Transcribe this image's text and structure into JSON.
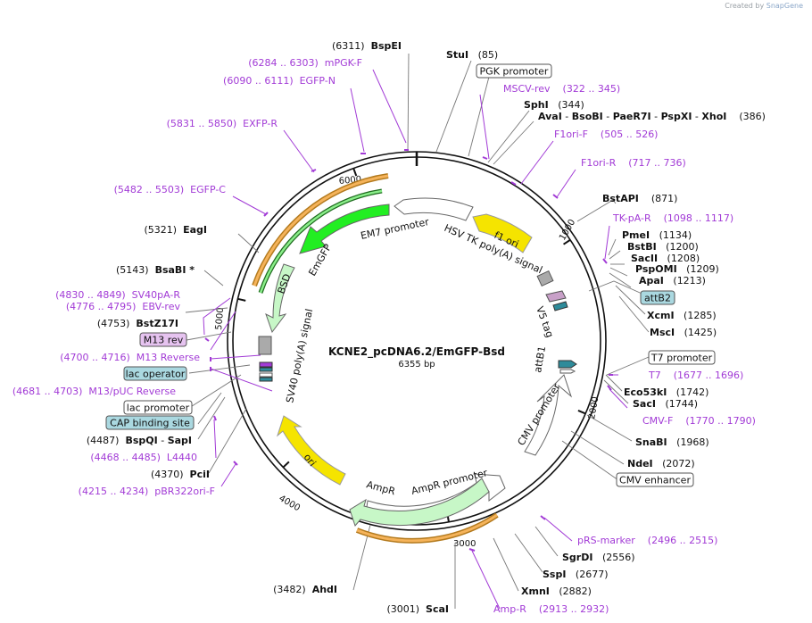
{
  "app": {
    "credit_prefix": "Created by",
    "credit_brand": "SnapGene"
  },
  "plasmid": {
    "name": "KCNE2_pcDNA6.2/EmGFP-Bsd",
    "size_label": "6355 bp",
    "length": 6355
  },
  "ticks": [
    "1000",
    "2000",
    "3000",
    "4000",
    "5000",
    "6000"
  ],
  "features": [
    {
      "label": "HSV TK poly(A) signal",
      "color": "#ffffff"
    },
    {
      "label": "f1 ori",
      "color": "#f5e400"
    },
    {
      "label": "EM7 promoter",
      "color": "#ffffff"
    },
    {
      "label": "EmGFP",
      "color": "#22ee22"
    },
    {
      "label": "BSD",
      "color": "#c7f7c7"
    },
    {
      "label": "SV40 poly(A) signal",
      "color": "#aaaaaa"
    },
    {
      "label": "V5 tag",
      "color": "#c8a0c8"
    },
    {
      "label": "attB1",
      "color": "#2e8b9a"
    },
    {
      "label": "CMV promoter",
      "color": "#ffffff"
    },
    {
      "label": "AmpR",
      "color": "#c7f7c7"
    },
    {
      "label": "AmpR promoter",
      "color": "#ffffff"
    },
    {
      "label": "ori",
      "color": "#f5e400"
    }
  ],
  "boxed_labels": [
    {
      "text": "PGK promoter",
      "fill": "#ffffff"
    },
    {
      "text": "attB2",
      "fill": "#aad8e0"
    },
    {
      "text": "T7 promoter",
      "fill": "#ffffff"
    },
    {
      "text": "CMV enhancer",
      "fill": "#ffffff"
    },
    {
      "text": "M13 rev",
      "fill": "#e6c3f0"
    },
    {
      "text": "lac operator",
      "fill": "#aad8e0"
    },
    {
      "text": "lac promoter",
      "fill": "#ffffff"
    },
    {
      "text": "CAP binding site",
      "fill": "#aad8e0"
    }
  ],
  "labels": [
    {
      "parts": [
        [
          "num",
          "(6311)  "
        ],
        [
          "enz",
          "BspEI"
        ]
      ]
    },
    {
      "parts": [
        [
          "enz",
          "StuI"
        ],
        [
          "num",
          "   (85)"
        ]
      ]
    },
    {
      "parts": [
        [
          "prim",
          "(6284 .. 6303)  mPGK-F"
        ]
      ]
    },
    {
      "parts": [
        [
          "prim",
          "(6090 .. 6111)  EGFP-N"
        ]
      ]
    },
    {
      "parts": [
        [
          "prim",
          "MSCV-rev    (322 .. 345)"
        ]
      ]
    },
    {
      "parts": [
        [
          "enz",
          "SphI"
        ],
        [
          "num",
          "   (344)"
        ]
      ]
    },
    {
      "parts": [
        [
          "enz",
          "AvaI"
        ],
        [
          "num",
          " - "
        ],
        [
          "enz",
          "BsoBI"
        ],
        [
          "num",
          " - "
        ],
        [
          "enz",
          "PaeR7I"
        ],
        [
          "num",
          " - "
        ],
        [
          "enz",
          "PspXI"
        ],
        [
          "num",
          " - "
        ],
        [
          "enz",
          "XhoI"
        ],
        [
          "num",
          "    (386)"
        ]
      ]
    },
    {
      "parts": [
        [
          "prim",
          "(5831 .. 5850)  EXFP-R"
        ]
      ]
    },
    {
      "parts": [
        [
          "prim",
          "F1ori-F    (505 .. 526)"
        ]
      ]
    },
    {
      "parts": [
        [
          "prim",
          "F1ori-R    (717 .. 736)"
        ]
      ]
    },
    {
      "parts": [
        [
          "prim",
          "(5482 .. 5503)  EGFP-C"
        ]
      ]
    },
    {
      "parts": [
        [
          "enz",
          "BstAPI"
        ],
        [
          "num",
          "    (871)"
        ]
      ]
    },
    {
      "parts": [
        [
          "prim",
          "TK-pA-R    (1098 .. 1117)"
        ]
      ]
    },
    {
      "parts": [
        [
          "num",
          "(5321)  "
        ],
        [
          "enz",
          "EagI"
        ]
      ]
    },
    {
      "parts": [
        [
          "enz",
          "PmeI"
        ],
        [
          "num",
          "   (1134)"
        ]
      ]
    },
    {
      "parts": [
        [
          "enz",
          "BstBI"
        ],
        [
          "num",
          "   (1200)"
        ]
      ]
    },
    {
      "parts": [
        [
          "num",
          "(5143)  "
        ],
        [
          "enz",
          "BsaBI *"
        ]
      ]
    },
    {
      "parts": [
        [
          "enz",
          "SacII"
        ],
        [
          "num",
          "   (1208)"
        ]
      ]
    },
    {
      "parts": [
        [
          "enz",
          "PspOMI"
        ],
        [
          "num",
          "   (1209)"
        ]
      ]
    },
    {
      "parts": [
        [
          "enz",
          "ApaI"
        ],
        [
          "num",
          "   (1213)"
        ]
      ]
    },
    {
      "parts": [
        [
          "prim",
          "(4830 .. 4849)  SV40pA-R"
        ]
      ]
    },
    {
      "parts": [
        [
          "prim",
          "(4776 .. 4795)  EBV-rev"
        ]
      ]
    },
    {
      "parts": [
        [
          "enz",
          "XcmI"
        ],
        [
          "num",
          "   (1285)"
        ]
      ]
    },
    {
      "parts": [
        [
          "num",
          "(4753)  "
        ],
        [
          "enz",
          "BstZ17I"
        ]
      ]
    },
    {
      "parts": [
        [
          "enz",
          "MscI"
        ],
        [
          "num",
          "   (1425)"
        ]
      ]
    },
    {
      "parts": [
        [
          "prim",
          "(4700 .. 4716)  M13 Reverse"
        ]
      ]
    },
    {
      "parts": [
        [
          "prim",
          "T7    (1677 .. 1696)"
        ]
      ]
    },
    {
      "parts": [
        [
          "prim",
          "(4681 .. 4703)  M13/pUC Reverse"
        ]
      ]
    },
    {
      "parts": [
        [
          "enz",
          "Eco53kI"
        ],
        [
          "num",
          "   (1742)"
        ]
      ]
    },
    {
      "parts": [
        [
          "enz",
          "SacI"
        ],
        [
          "num",
          "   (1744)"
        ]
      ]
    },
    {
      "parts": [
        [
          "prim",
          "CMV-F    (1770 .. 1790)"
        ]
      ]
    },
    {
      "parts": [
        [
          "num",
          "(4487)  "
        ],
        [
          "enz",
          "BspQI"
        ],
        [
          "num",
          " - "
        ],
        [
          "enz",
          "SapI"
        ]
      ]
    },
    {
      "parts": [
        [
          "enz",
          "SnaBI"
        ],
        [
          "num",
          "   (1968)"
        ]
      ]
    },
    {
      "parts": [
        [
          "prim",
          "(4468 .. 4485)  L4440"
        ]
      ]
    },
    {
      "parts": [
        [
          "num",
          "(4370)  "
        ],
        [
          "enz",
          "PciI"
        ]
      ]
    },
    {
      "parts": [
        [
          "enz",
          "NdeI"
        ],
        [
          "num",
          "   (2072)"
        ]
      ]
    },
    {
      "parts": [
        [
          "prim",
          "(4215 .. 4234)  pBR322ori-F"
        ]
      ]
    },
    {
      "parts": [
        [
          "prim",
          "pRS-marker    (2496 .. 2515)"
        ]
      ]
    },
    {
      "parts": [
        [
          "enz",
          "SgrDI"
        ],
        [
          "num",
          "   (2556)"
        ]
      ]
    },
    {
      "parts": [
        [
          "enz",
          "SspI"
        ],
        [
          "num",
          "   (2677)"
        ]
      ]
    },
    {
      "parts": [
        [
          "enz",
          "XmnI"
        ],
        [
          "num",
          "   (2882)"
        ]
      ]
    },
    {
      "parts": [
        [
          "num",
          "(3482)  "
        ],
        [
          "enz",
          "AhdI"
        ]
      ]
    },
    {
      "parts": [
        [
          "num",
          "(3001)  "
        ],
        [
          "enz",
          "ScaI"
        ]
      ]
    },
    {
      "parts": [
        [
          "prim",
          "Amp-R    (2913 .. 2932)"
        ]
      ]
    }
  ],
  "colors": {
    "primer": "#a23bd6",
    "enzyme_line": "#777777",
    "backbone": "#111111"
  }
}
